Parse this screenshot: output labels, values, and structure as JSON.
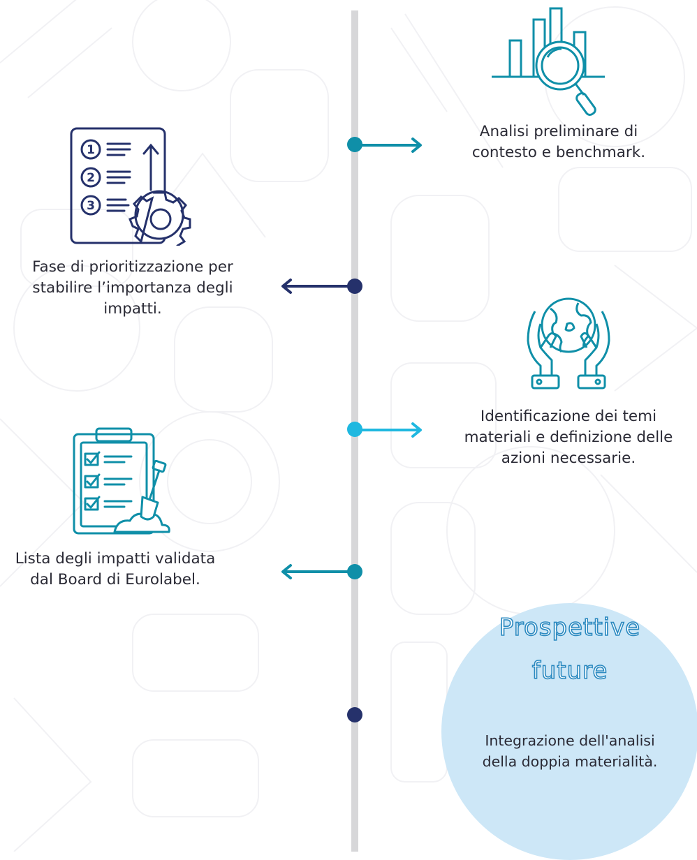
{
  "steps": [
    {
      "text_lines": [
        "Analisi preliminare di",
        "contesto e benchmark."
      ],
      "icon": "bar-chart-magnifier-icon",
      "side": "right",
      "color": "#0f8fa8"
    },
    {
      "text_lines": [
        "Fase di prioritizzazione per",
        "stabilire l’importanza degli",
        "impatti."
      ],
      "icon": "priority-list-gear-icon",
      "side": "left",
      "color": "#25316b"
    },
    {
      "text_lines": [
        "Identificazione dei temi",
        "materiali e definizione delle",
        "azioni necessarie."
      ],
      "icon": "hands-globe-icon",
      "side": "right",
      "color": "#1fb8e0"
    },
    {
      "text_lines": [
        "Lista degli impatti validata",
        "dal Board di Eurolabel."
      ],
      "icon": "clipboard-checklist-shovel-icon",
      "side": "left",
      "color": "#0f8fa8"
    }
  ],
  "future": {
    "title_lines": [
      "Prospettive",
      "future"
    ],
    "desc_lines": [
      "Integrazione dell'analisi",
      "della doppia materialità."
    ],
    "circle_color": "#cde7f7",
    "title_color": "#2a89c0",
    "node_color": "#25316b"
  },
  "colors": {
    "line": "#d7d7d9",
    "teal": "#0f8fa8",
    "navy": "#25316b",
    "cyan": "#1fb8e0"
  }
}
